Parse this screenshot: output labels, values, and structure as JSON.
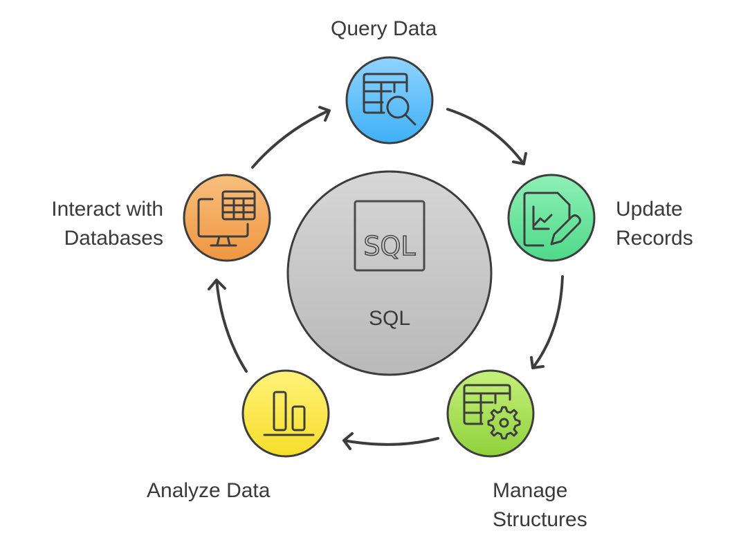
{
  "diagram": {
    "type": "cycle",
    "center": {
      "title": "SQL",
      "icon": "sql-box-icon",
      "icon_text": "SQL",
      "color": "#c9c9c9"
    },
    "nodes": [
      {
        "id": "query-data",
        "lines": [
          "Query Data"
        ],
        "icon": "table-search-icon",
        "color_top": "#8fd3ff",
        "color_bottom": "#3fb0f5"
      },
      {
        "id": "update-records",
        "lines": [
          "Update",
          "Records"
        ],
        "icon": "document-chart-edit-icon",
        "color_top": "#8ff0b6",
        "color_bottom": "#4fd98a"
      },
      {
        "id": "manage-structures",
        "lines": [
          "Manage",
          "Structures"
        ],
        "icon": "table-gear-icon",
        "color_top": "#c6f07a",
        "color_bottom": "#8fd13c"
      },
      {
        "id": "analyze-data",
        "lines": [
          "Analyze Data"
        ],
        "icon": "bar-chart-icon",
        "color_top": "#fff27a",
        "color_bottom": "#f7de2a"
      },
      {
        "id": "interact-with-databases",
        "lines": [
          "Interact with",
          "Databases"
        ],
        "icon": "monitor-table-icon",
        "color_top": "#f8bf7e",
        "color_bottom": "#ef9640"
      }
    ],
    "edges": [
      {
        "from": "interact-with-databases",
        "to": "query-data"
      },
      {
        "from": "query-data",
        "to": "update-records"
      },
      {
        "from": "update-records",
        "to": "manage-structures"
      },
      {
        "from": "manage-structures",
        "to": "analyze-data"
      },
      {
        "from": "analyze-data",
        "to": "interact-with-databases"
      }
    ],
    "stroke_color": "#3d3d3d"
  }
}
